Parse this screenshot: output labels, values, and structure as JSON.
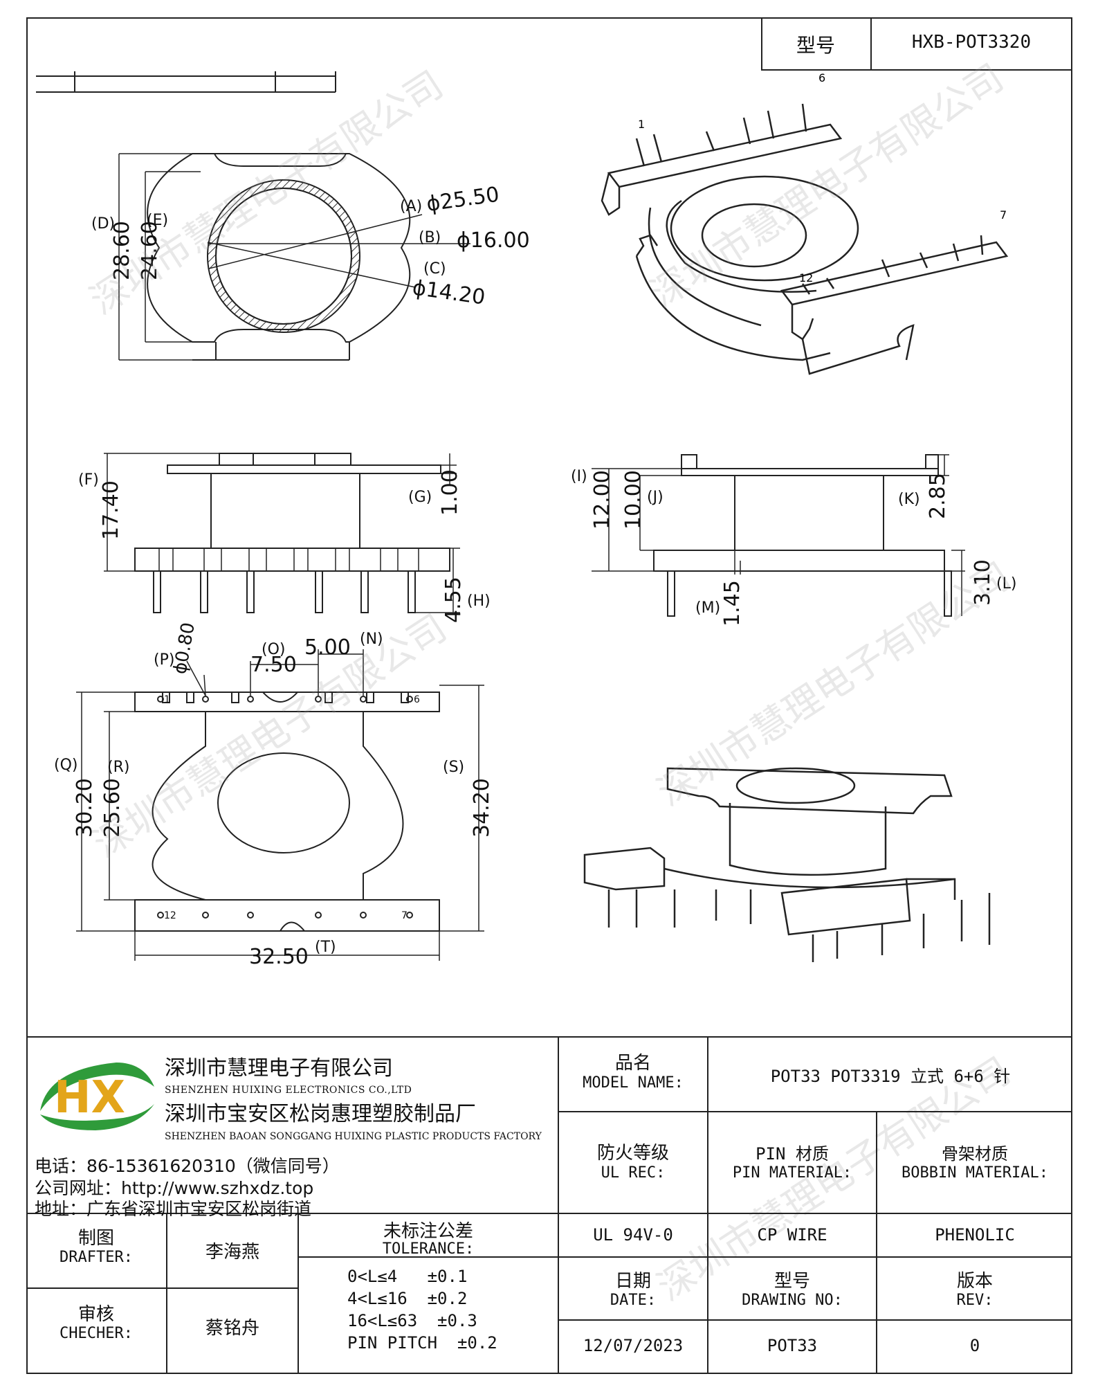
{
  "model_box": {
    "label": "型号",
    "value": "HXB-POT3320"
  },
  "drawing": {
    "pins": {
      "p1": "1",
      "p6": "6",
      "p7": "7",
      "p12": "12"
    },
    "dims": {
      "A": "(A)",
      "A_val": "ϕ25.50",
      "B": "(B)",
      "B_val": "ϕ16.00",
      "C": "(C)",
      "C_val": "ϕ14.20",
      "D": "(D)",
      "D_val": "28.60",
      "E": "(E)",
      "E_val": "24.60",
      "F": "(F)",
      "F_val": "17.40",
      "G": "(G)",
      "G_val": "1.00",
      "H": "(H)",
      "H_val": "4.55",
      "I": "(I)",
      "I_val": "12.00",
      "J": "(J)",
      "J_val": "10.00",
      "K": "(K)",
      "K_val": "2.85",
      "L": "(L)",
      "L_val": "3.10",
      "M": "(M)",
      "M_val": "1.45",
      "N": "(N)",
      "N_val": "5.00",
      "O": "(O)",
      "O_val": "7.50",
      "P": "(P)",
      "P_val": "ϕ0.80",
      "Q": "(Q)",
      "Q_val": "30.20",
      "R": "(R)",
      "R_val": "25.60",
      "S": "(S)",
      "S_val": "34.20",
      "T": "(T)",
      "T_val": "32.50"
    }
  },
  "watermark": "深圳市慧理电子有限公司",
  "company": {
    "logo_text": "HX",
    "name_cn": "深圳市慧理电子有限公司",
    "name_en": "SHENZHEN HUIXING ELECTRONICS CO.,LTD",
    "factory_cn": "深圳市宝安区松岗惠理塑胶制品厂",
    "factory_en": "SHENZHEN BAOAN SONGGANG HUIXING PLASTIC PRODUCTS FACTORY",
    "phone": "电话：86-15361620310（微信同号）",
    "website": "公司网址：http://www.szhxdz.top",
    "address": "地址：广东省深圳市宝安区松岗街道"
  },
  "title_block": {
    "model_name_cn": "品名",
    "model_name_en": "MODEL NAME:",
    "model_name_value": "POT33 POT3319 立式 6+6 针",
    "ul_rec_cn": "防火等级",
    "ul_rec_en": "UL REC:",
    "pin_material_cn": "PIN 材质",
    "pin_material_en": "PIN MATERIAL:",
    "bobbin_material_cn": "骨架材质",
    "bobbin_material_en": "BOBBIN MATERIAL:",
    "ul_value": "UL 94V-0",
    "pin_value": "CP WIRE",
    "bobbin_value": "PHENOLIC",
    "drafter_cn": "制图",
    "drafter_en": "DRAFTER:",
    "drafter_name": "李海燕",
    "checker_cn": "审核",
    "checker_en": "CHECHER:",
    "checker_name": "蔡铭舟",
    "tolerance_cn": "未标注公差",
    "tolerance_en": "TOLERANCE:",
    "tolerance_lines": [
      "0<L≤4   ±0.1",
      "4<L≤16  ±0.2",
      "16<L≤63  ±0.3",
      "PIN PITCH  ±0.2"
    ],
    "date_cn": "日期",
    "date_en": "DATE:",
    "drawing_no_cn": "型号",
    "drawing_no_en": "DRAWING NO:",
    "rev_cn": "版本",
    "rev_en": "REV:",
    "date_value": "12/07/2023",
    "drawing_no_value": "POT33",
    "rev_value": "0"
  }
}
